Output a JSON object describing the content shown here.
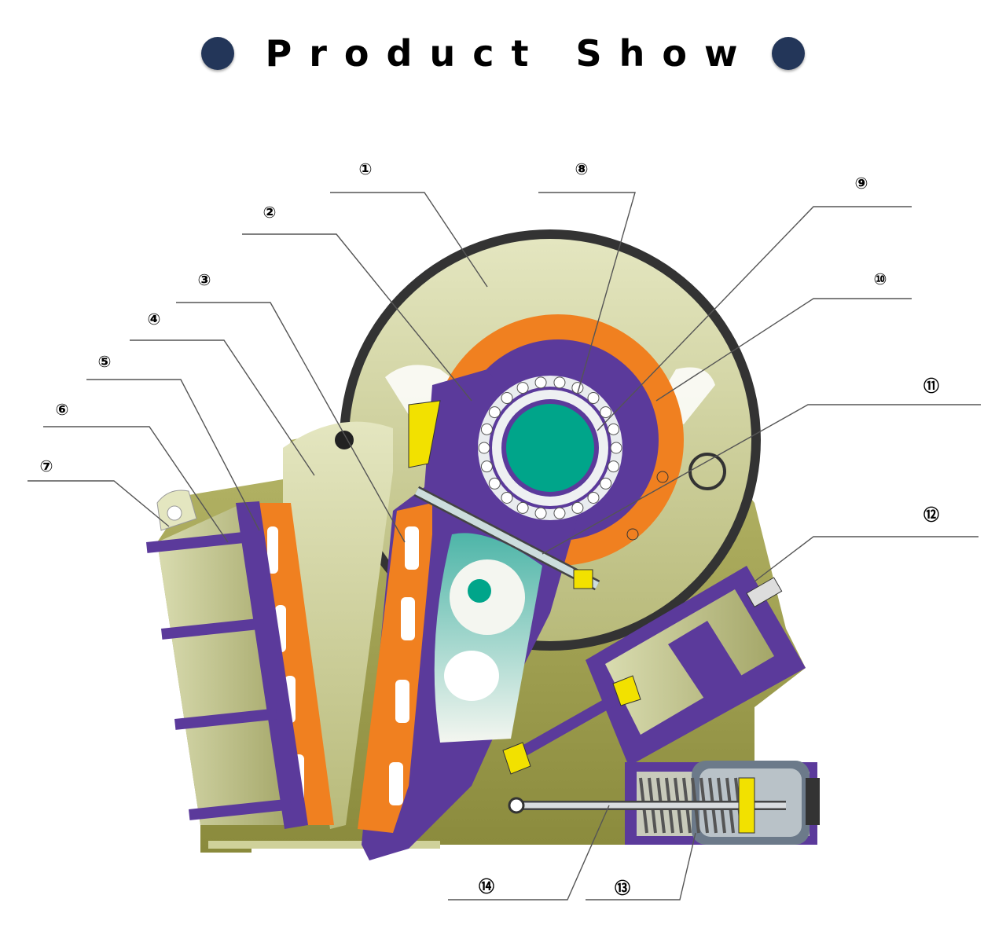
{
  "header": {
    "title": "Product Show",
    "dot_color": "#233659"
  },
  "callouts": [
    {
      "id": "1",
      "label": "①"
    },
    {
      "id": "2",
      "label": "②"
    },
    {
      "id": "3",
      "label": "③"
    },
    {
      "id": "4",
      "label": "④"
    },
    {
      "id": "5",
      "label": "⑤"
    },
    {
      "id": "6",
      "label": "⑥"
    },
    {
      "id": "7",
      "label": "⑦"
    },
    {
      "id": "8",
      "label": "⑧"
    },
    {
      "id": "9",
      "label": "⑨"
    },
    {
      "id": "10",
      "label": "⑩"
    },
    {
      "id": "11",
      "label": "⑪"
    },
    {
      "id": "12",
      "label": "⑫"
    },
    {
      "id": "13",
      "label": "⑬"
    },
    {
      "id": "14",
      "label": "⑭"
    }
  ],
  "colors": {
    "frame": "#d6d9a8",
    "purple": "#5b3a9b",
    "orange": "#f08020",
    "green": "#00a58a",
    "olive": "#9a9a4a",
    "yellow": "#f2e100"
  }
}
